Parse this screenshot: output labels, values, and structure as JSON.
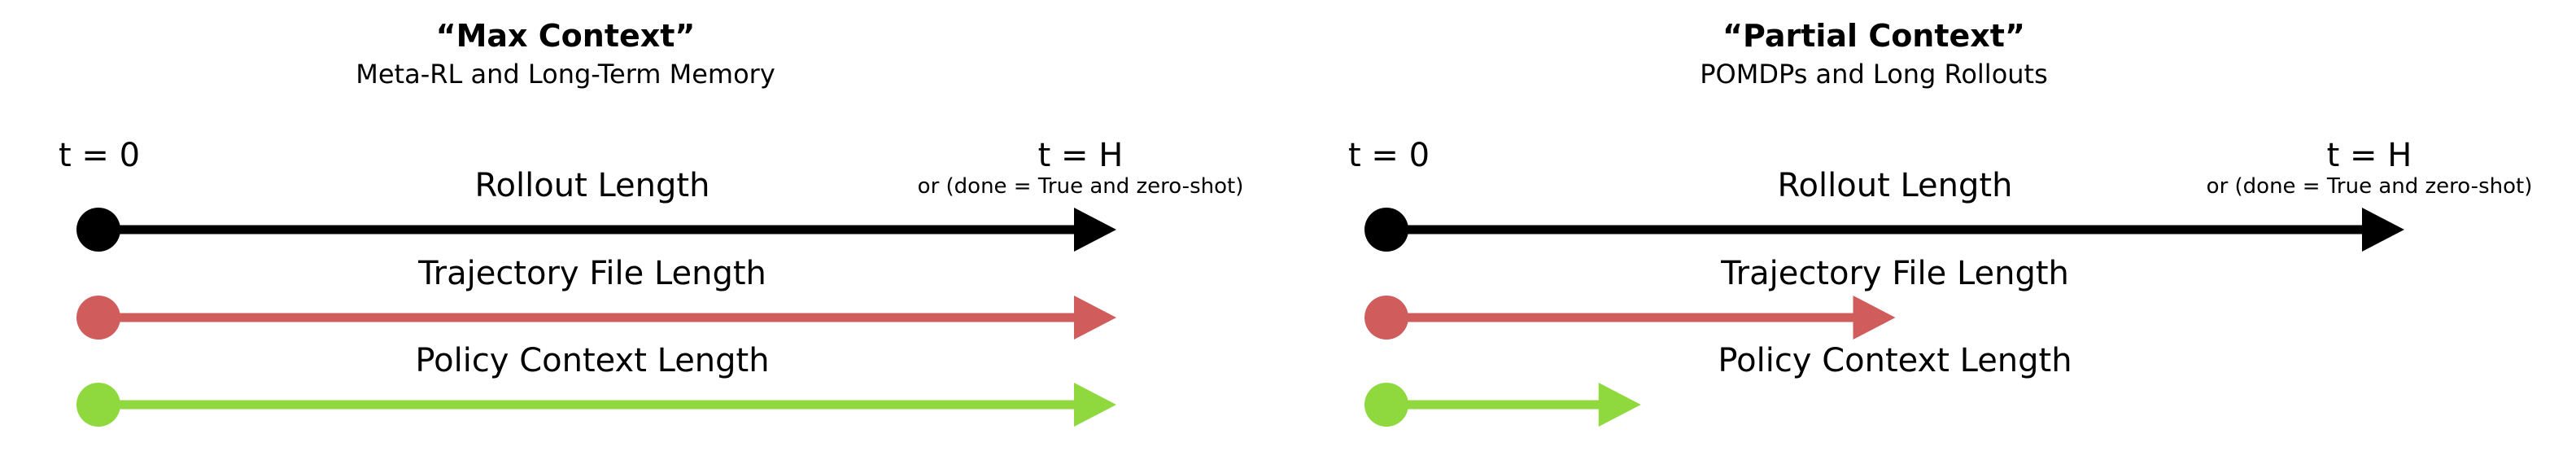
{
  "colors": {
    "rollout": "#000000",
    "trajectory": "#d05c5c",
    "policy": "#8fd93f"
  },
  "panels": [
    {
      "title": "“Max Context”",
      "subtitle": "Meta-RL and Long-Term Memory",
      "start_label": "t = 0",
      "end_label": "t = H",
      "end_note": "or (done = True and zero-shot)",
      "arrows": [
        {
          "label": "Rollout Length",
          "fraction": 1.0,
          "color_key": "rollout"
        },
        {
          "label": "Trajectory File Length",
          "fraction": 1.0,
          "color_key": "trajectory"
        },
        {
          "label": "Policy Context Length",
          "fraction": 1.0,
          "color_key": "policy"
        }
      ]
    },
    {
      "title": "“Partial Context”",
      "subtitle": "POMDPs and Long Rollouts",
      "start_label": "t = 0",
      "end_label": "t = H",
      "end_note": "or (done = True and zero-shot)",
      "arrows": [
        {
          "label": "Rollout Length",
          "fraction": 1.0,
          "color_key": "rollout"
        },
        {
          "label": "Trajectory File Length",
          "fraction": 0.5,
          "color_key": "trajectory"
        },
        {
          "label": "Policy Context Length",
          "fraction": 0.25,
          "color_key": "policy"
        }
      ]
    }
  ]
}
